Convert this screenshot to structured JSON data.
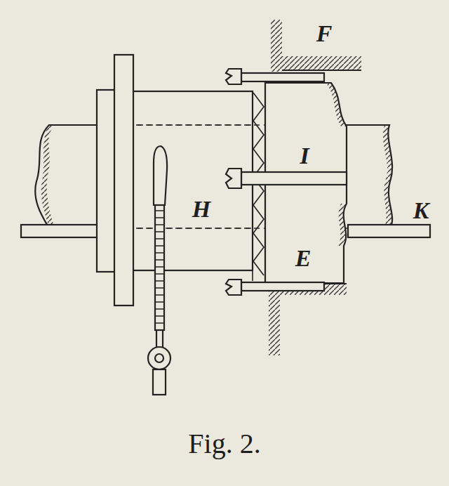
{
  "diagram": {
    "caption": "Fig. 2.",
    "labels": [
      "F",
      "I",
      "H",
      "E",
      "K"
    ]
  }
}
